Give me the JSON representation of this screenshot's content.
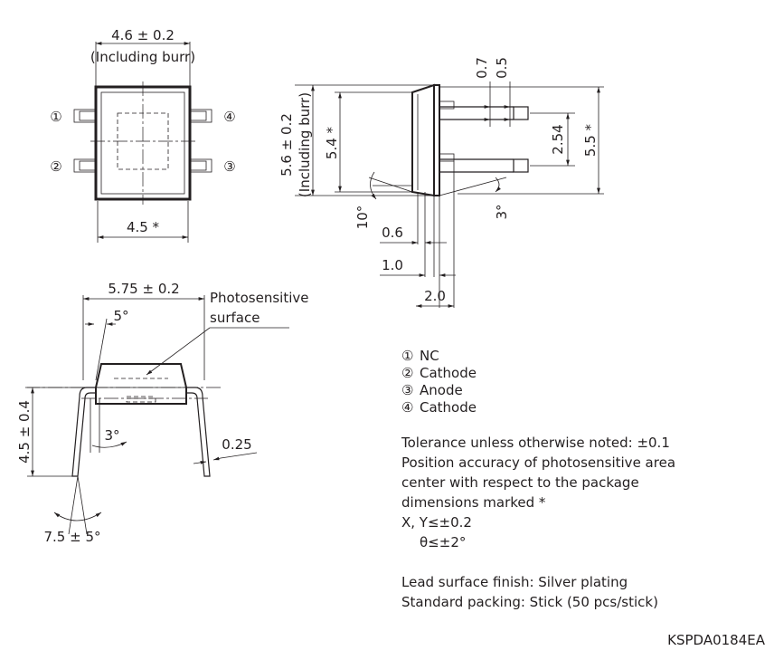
{
  "top_view": {
    "width_tol": "4.6 ± 0.2",
    "including_burr": "(Including burr)",
    "body_width": "4.5 *",
    "pins": [
      "①",
      "②",
      "③",
      "④"
    ]
  },
  "side_view": {
    "height_tol": "5.6 ± 0.2",
    "including_burr": "(Including burr)",
    "body_height": "5.4 *",
    "lead_height": "5.5 *",
    "pitch": "2.54",
    "dim_07": "0.7",
    "dim_05": "0.5",
    "angle_10": "10°",
    "angle_3": "3°",
    "dim_06": "0.6",
    "dim_10": "1.0",
    "dim_20": "2.0"
  },
  "front_view": {
    "width_tol": "5.75 ± 0.2",
    "photosensitive_label": [
      "Photosensitive",
      "surface"
    ],
    "angle_5": "5°",
    "height_tol": "4.5 ± 0.4",
    "angle_3": "3°",
    "lead_thickness": "0.25",
    "lead_angle": "7.5 ± 5°"
  },
  "pin_legend": [
    {
      "num": "①",
      "label": "NC"
    },
    {
      "num": "②",
      "label": "Cathode"
    },
    {
      "num": "③",
      "label": "Anode"
    },
    {
      "num": "④",
      "label": "Cathode"
    }
  ],
  "notes": {
    "tolerance": "Tolerance unless otherwise noted: ±0.1",
    "accuracy_lines": [
      "Position accuracy of photosensitive area",
      "center with respect to the package",
      "dimensions marked *"
    ],
    "xy": "X, Y≤±0.2",
    "theta": "θ≤±2°",
    "finish": "Lead surface finish: Silver plating",
    "packing": "Standard packing: Stick (50 pcs/stick)"
  },
  "drawing_code": "KSPDA0184EA"
}
